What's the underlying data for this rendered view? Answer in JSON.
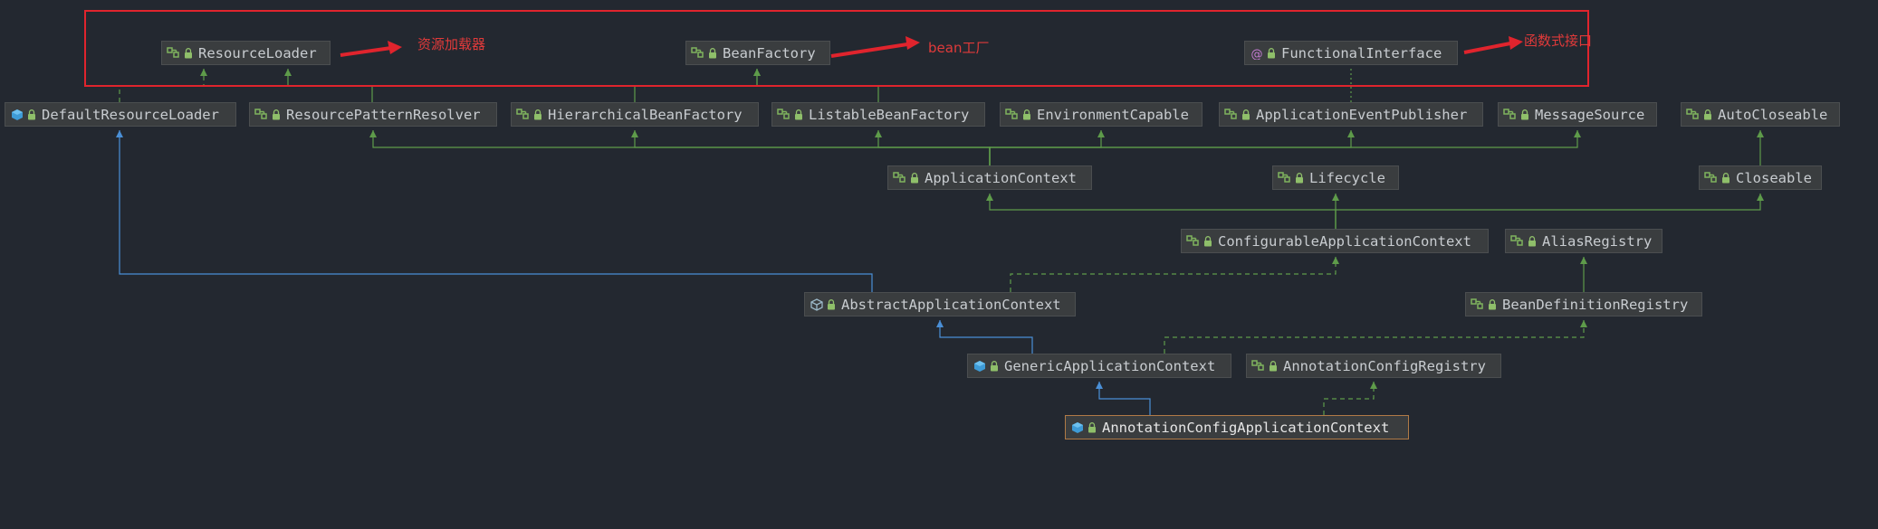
{
  "diagram_type": "class hierarchy",
  "colors": {
    "background": "#232830",
    "extends_interface": "#5e9b4a",
    "implements_dashed": "#5e9b4a",
    "extends_class": "#4a8fd6",
    "annotation_frame": "#e0242d",
    "annotation_text": "#e03a3a"
  },
  "nodes": [
    {
      "id": "ResourceLoader",
      "label": "ResourceLoader",
      "kind": "interface"
    },
    {
      "id": "BeanFactory",
      "label": "BeanFactory",
      "kind": "interface"
    },
    {
      "id": "FunctionalInterface",
      "label": "FunctionalInterface",
      "kind": "annotation"
    },
    {
      "id": "DefaultResourceLoader",
      "label": "DefaultResourceLoader",
      "kind": "class"
    },
    {
      "id": "ResourcePatternResolver",
      "label": "ResourcePatternResolver",
      "kind": "interface"
    },
    {
      "id": "HierarchicalBeanFactory",
      "label": "HierarchicalBeanFactory",
      "kind": "interface"
    },
    {
      "id": "ListableBeanFactory",
      "label": "ListableBeanFactory",
      "kind": "interface"
    },
    {
      "id": "EnvironmentCapable",
      "label": "EnvironmentCapable",
      "kind": "interface"
    },
    {
      "id": "ApplicationEventPublisher",
      "label": "ApplicationEventPublisher",
      "kind": "interface"
    },
    {
      "id": "MessageSource",
      "label": "MessageSource",
      "kind": "interface"
    },
    {
      "id": "AutoCloseable",
      "label": "AutoCloseable",
      "kind": "interface"
    },
    {
      "id": "ApplicationContext",
      "label": "ApplicationContext",
      "kind": "interface"
    },
    {
      "id": "Lifecycle",
      "label": "Lifecycle",
      "kind": "interface"
    },
    {
      "id": "Closeable",
      "label": "Closeable",
      "kind": "interface"
    },
    {
      "id": "ConfigurableApplicationContext",
      "label": "ConfigurableApplicationContext",
      "kind": "interface"
    },
    {
      "id": "AliasRegistry",
      "label": "AliasRegistry",
      "kind": "interface"
    },
    {
      "id": "AbstractApplicationContext",
      "label": "AbstractApplicationContext",
      "kind": "abstract"
    },
    {
      "id": "BeanDefinitionRegistry",
      "label": "BeanDefinitionRegistry",
      "kind": "interface"
    },
    {
      "id": "GenericApplicationContext",
      "label": "GenericApplicationContext",
      "kind": "class"
    },
    {
      "id": "AnnotationConfigRegistry",
      "label": "AnnotationConfigRegistry",
      "kind": "interface"
    },
    {
      "id": "AnnotationConfigApplicationContext",
      "label": "AnnotationConfigApplicationContext",
      "kind": "class",
      "selected": true
    }
  ],
  "edges": [
    {
      "from": "DefaultResourceLoader",
      "to": "ResourceLoader",
      "style": "dashed"
    },
    {
      "from": "ResourcePatternResolver",
      "to": "ResourceLoader",
      "style": "solid"
    },
    {
      "from": "HierarchicalBeanFactory",
      "to": "BeanFactory",
      "style": "solid"
    },
    {
      "from": "ListableBeanFactory",
      "to": "BeanFactory",
      "style": "solid"
    },
    {
      "from": "ApplicationEventPublisher",
      "to": "FunctionalInterface",
      "style": "dotted"
    },
    {
      "from": "ApplicationContext",
      "to": "ResourcePatternResolver",
      "style": "solid"
    },
    {
      "from": "ApplicationContext",
      "to": "HierarchicalBeanFactory",
      "style": "solid"
    },
    {
      "from": "ApplicationContext",
      "to": "ListableBeanFactory",
      "style": "solid"
    },
    {
      "from": "ApplicationContext",
      "to": "EnvironmentCapable",
      "style": "solid"
    },
    {
      "from": "ApplicationContext",
      "to": "ApplicationEventPublisher",
      "style": "solid"
    },
    {
      "from": "ApplicationContext",
      "to": "MessageSource",
      "style": "solid"
    },
    {
      "from": "Closeable",
      "to": "AutoCloseable",
      "style": "solid"
    },
    {
      "from": "ConfigurableApplicationContext",
      "to": "ApplicationContext",
      "style": "solid"
    },
    {
      "from": "ConfigurableApplicationContext",
      "to": "Lifecycle",
      "style": "solid"
    },
    {
      "from": "ConfigurableApplicationContext",
      "to": "Closeable",
      "style": "solid"
    },
    {
      "from": "AbstractApplicationContext",
      "to": "DefaultResourceLoader",
      "style": "blue"
    },
    {
      "from": "AbstractApplicationContext",
      "to": "ConfigurableApplicationContext",
      "style": "dashed"
    },
    {
      "from": "BeanDefinitionRegistry",
      "to": "AliasRegistry",
      "style": "solid"
    },
    {
      "from": "GenericApplicationContext",
      "to": "AbstractApplicationContext",
      "style": "blue"
    },
    {
      "from": "GenericApplicationContext",
      "to": "BeanDefinitionRegistry",
      "style": "dashed"
    },
    {
      "from": "AnnotationConfigApplicationContext",
      "to": "GenericApplicationContext",
      "style": "blue"
    },
    {
      "from": "AnnotationConfigApplicationContext",
      "to": "AnnotationConfigRegistry",
      "style": "dashed"
    }
  ],
  "annotations": [
    {
      "id": "note-resource-loader",
      "text": "资源加载器",
      "points_to": "ResourceLoader"
    },
    {
      "id": "note-bean-factory",
      "text": "bean工厂",
      "points_to": "BeanFactory"
    },
    {
      "id": "note-functional-interface",
      "text": "函数式接口",
      "points_to": "FunctionalInterface"
    }
  ]
}
